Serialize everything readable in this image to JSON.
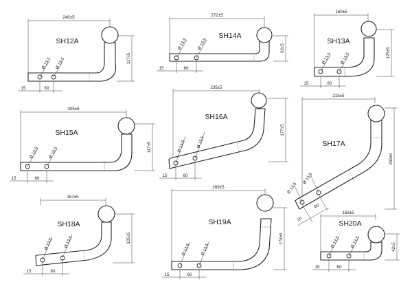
{
  "drawing": {
    "parts": [
      {
        "name": "SH12A",
        "width_dim": "240±5",
        "height_dim": "117±5",
        "hole_dim": "Ø 13,5",
        "spacing_dim": "60",
        "edge_dim": "15"
      },
      {
        "name": "SH14A",
        "width_dim": "272±5",
        "height_dim": "62±5",
        "hole_dim": "Ø 13,5",
        "spacing_dim": "60",
        "edge_dim": "15"
      },
      {
        "name": "SH13A",
        "width_dim": "160±5",
        "height_dim": "125±5",
        "hole_dim": "Ø 13,5",
        "spacing_dim": "60",
        "edge_dim": "15"
      },
      {
        "name": "SH15A",
        "width_dim": "305±5",
        "height_dim": "117±5",
        "hole_dim": "Ø 13,5",
        "spacing_dim": "60",
        "edge_dim": "15"
      },
      {
        "name": "SH16A",
        "width_dim": "235±5",
        "height_dim": "177±5",
        "hole_dim": "Ø 13,5",
        "spacing_dim": "60",
        "edge_dim": "15"
      },
      {
        "name": "SH17A",
        "width_dim": "215±5",
        "height_dim": "260±5",
        "hole_dim": "Ø 13,5",
        "spacing_dim": "60",
        "edge_dim": "15"
      },
      {
        "name": "SH18A",
        "width_dim": "187±5",
        "height_dim": "135±5",
        "hole_dim": "Ø 13,5",
        "spacing_dim": "60",
        "edge_dim": "15"
      },
      {
        "name": "SH19A",
        "width_dim": "269±5",
        "height_dim": "174±5",
        "hole_dim": "Ø 13,5",
        "spacing_dim": "60",
        "edge_dim": "15"
      },
      {
        "name": "SH20A",
        "width_dim": "162±5",
        "height_dim": "42±5",
        "hole_dim": "Ø 13,5",
        "spacing_dim": "60",
        "edge_dim": "15"
      }
    ]
  }
}
